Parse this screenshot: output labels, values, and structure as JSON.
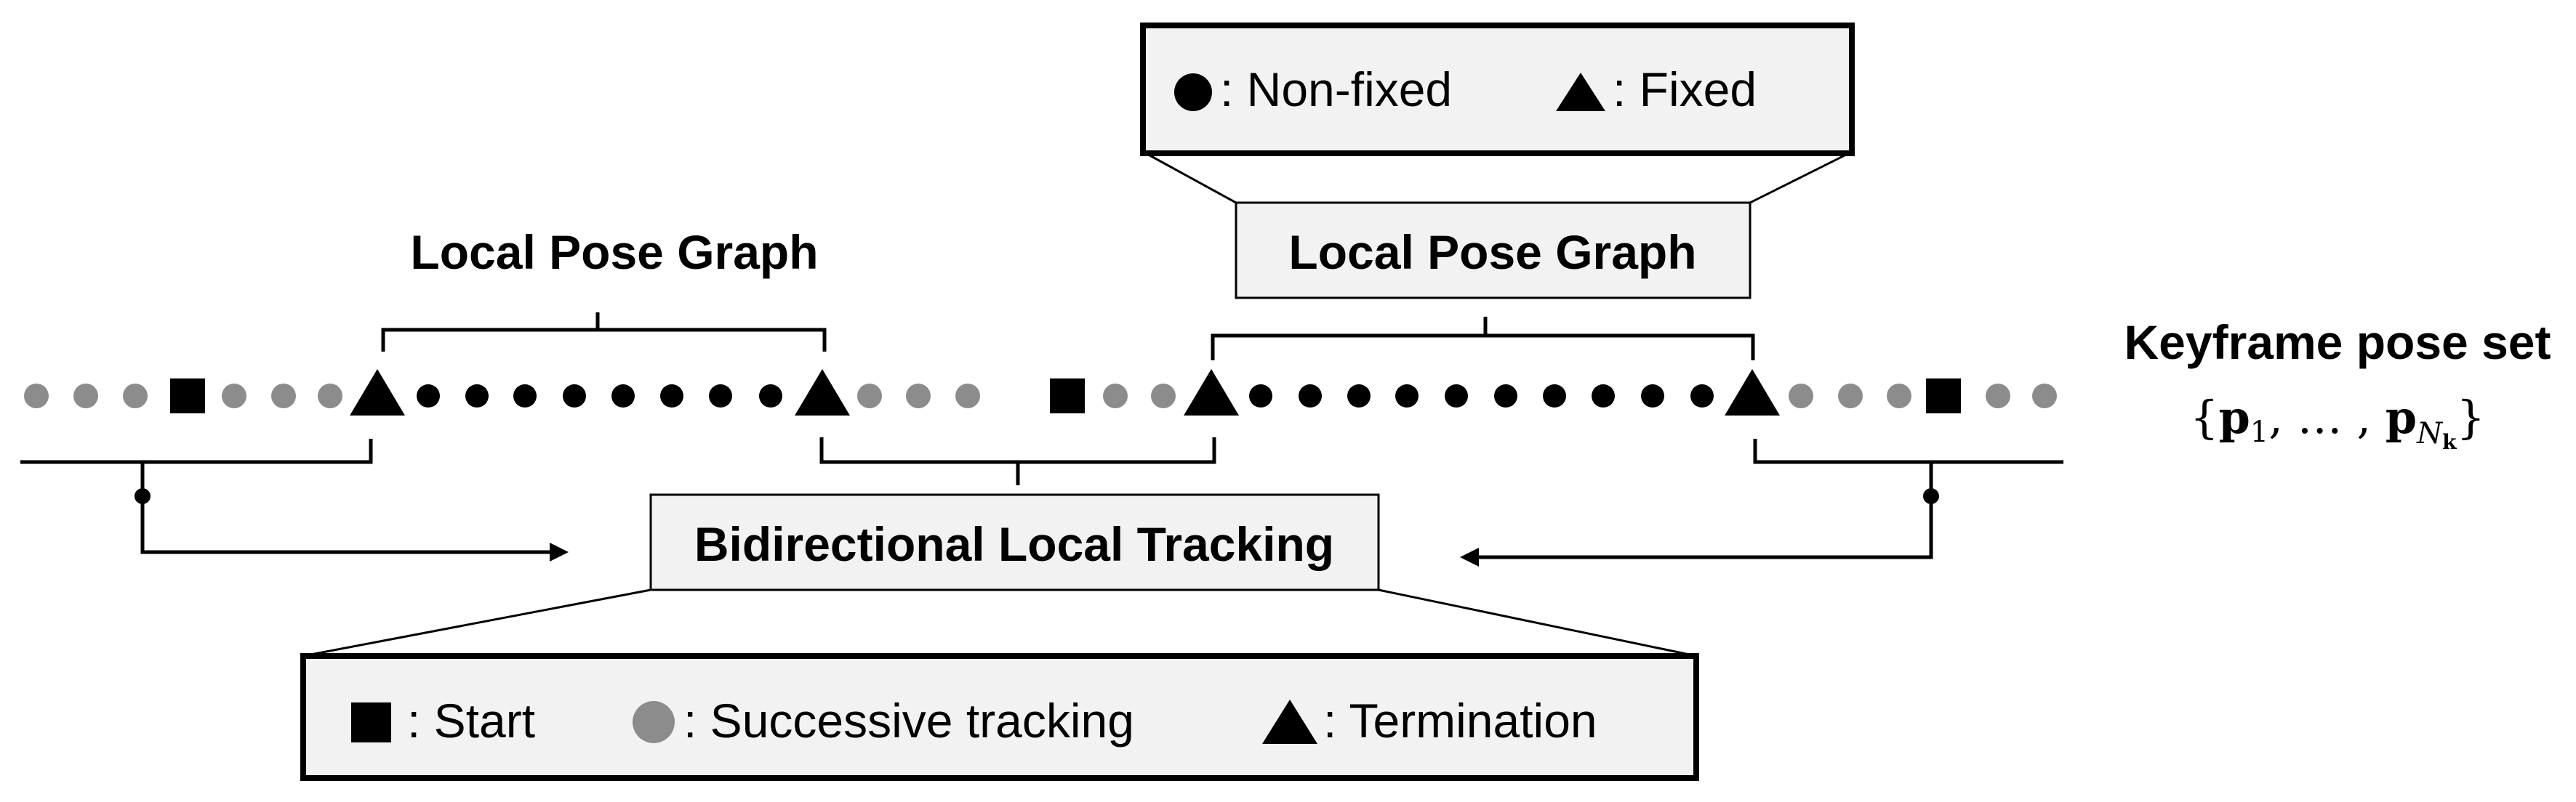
{
  "top_legend": {
    "nonfixed_label": ": Non-fixed",
    "fixed_label": ": Fixed"
  },
  "graph_left": {
    "title": "Local Pose Graph"
  },
  "graph_right": {
    "title": "Local Pose Graph"
  },
  "tracking": {
    "title": "Bidirectional Local Tracking"
  },
  "keyframes": {
    "title": "Keyframe pose set",
    "formula_open": "{",
    "formula_p": "p",
    "formula_sub1": "1",
    "formula_mid": ", … , ",
    "formula_sub_n": "N",
    "formula_sub_k": "k",
    "formula_close": "}"
  },
  "bottom_legend": {
    "start_label": ": Start",
    "successive_label": ": Successive tracking",
    "termination_label": ": Termination"
  },
  "colors": {
    "black": "#000000",
    "gray_node": "#8c8c8c",
    "box_fill": "#f2f2f2",
    "line": "#000000"
  }
}
